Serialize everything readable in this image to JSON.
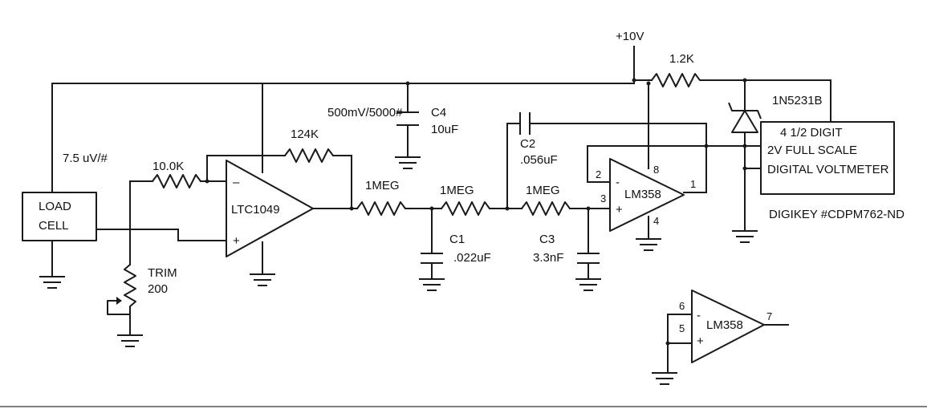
{
  "supply": {
    "label": "+10V"
  },
  "sensor": {
    "sensitivity": "7.5 uV/#",
    "name_line1": "LOAD",
    "name_line2": "CELL"
  },
  "trim": {
    "label": "TRIM",
    "value": "200"
  },
  "op_amp_1": {
    "label": "LTC1049",
    "minus": "–",
    "plus": "+"
  },
  "op_amp_2": {
    "label": "LM358",
    "minus": "-",
    "plus": "+",
    "pin_inv": "2",
    "pin_noninv": "3",
    "pin_vcc": "8",
    "pin_gnd": "4",
    "pin_out": "1"
  },
  "op_amp_3": {
    "label": "LM358",
    "minus": "-",
    "plus": "+",
    "pin_inv": "6",
    "pin_noninv": "5",
    "pin_out": "7"
  },
  "resistors": {
    "r_input": "10.0K",
    "r_feedback": "124K",
    "r_filter_1": "1MEG",
    "r_filter_2": "1MEG",
    "r_filter_3": "1MEG",
    "r_zener": "1.2K"
  },
  "capacitors": {
    "c4_name": "C4",
    "c4_value": "10uF",
    "c4_note": "500mV/5000#",
    "c1_name": "C1",
    "c1_value": ".022uF",
    "c2_name": "C2",
    "c2_value": ".056uF",
    "c3_name": "C3",
    "c3_value": "3.3nF"
  },
  "zener": {
    "label": "1N5231B"
  },
  "meter": {
    "line1": "4 1/2 DIGIT",
    "line2": "2V FULL SCALE",
    "line3": "DIGITAL VOLTMETER",
    "part_number": "DIGIKEY #CDPM762-ND"
  }
}
